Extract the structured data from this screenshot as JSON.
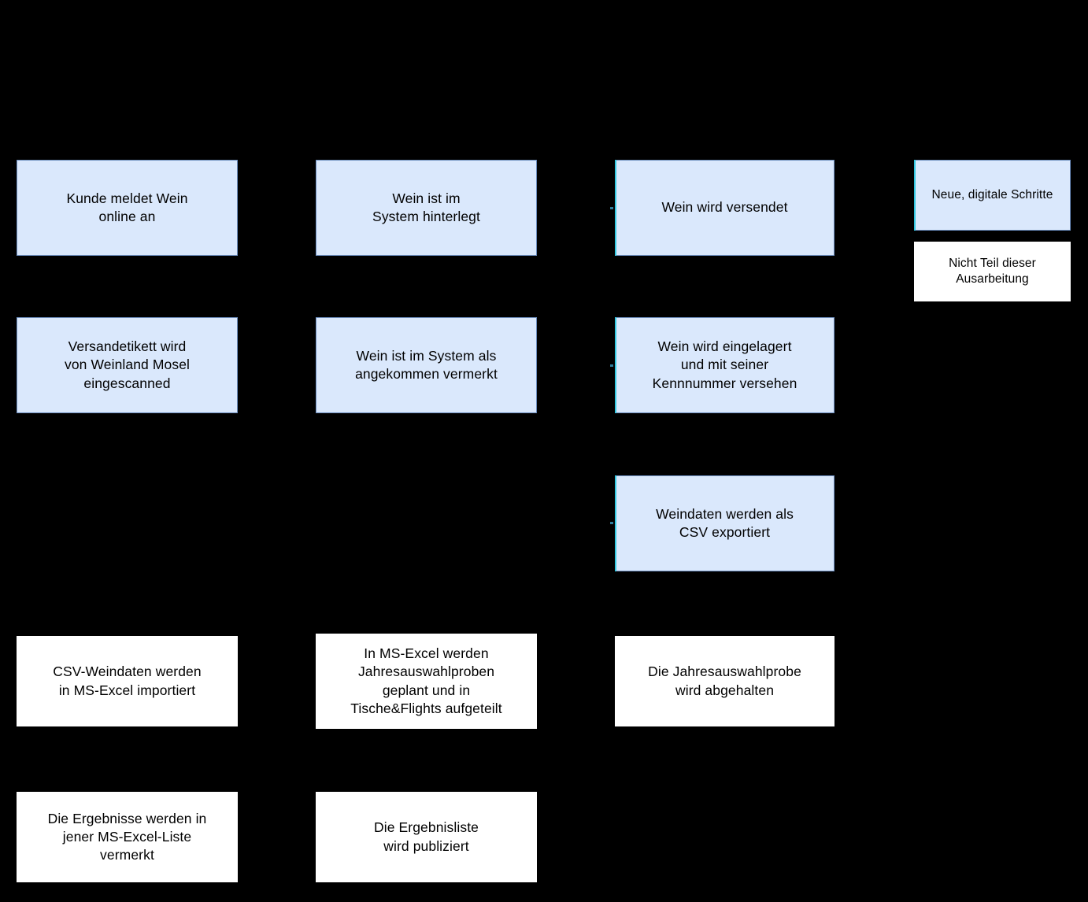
{
  "diagram": {
    "type": "flowchart",
    "background_color": "#000000",
    "text_color": "#000000",
    "styles": {
      "new_digital_step": {
        "fill": "#dae8fc",
        "stroke": "#6c8ebf"
      },
      "not_part_of_work": {
        "fill": "#ffffff",
        "stroke": "none"
      },
      "accent": "#32c8e0"
    },
    "legend": {
      "items": [
        {
          "label": "Neue, digitale Schritte",
          "style": "new_digital_step"
        },
        {
          "label": "Nicht Teil dieser\nAusarbeitung",
          "style": "not_part_of_work"
        }
      ]
    },
    "columns": [
      {
        "index": 1,
        "nodes": [
          {
            "id": "c1r1",
            "label": "Kunde meldet Wein\nonline an",
            "style": "new_digital_step"
          },
          {
            "id": "c1r2",
            "label": "Versandetikett wird\nvon Weinland Mosel\neingescanned",
            "style": "new_digital_step"
          },
          {
            "id": "c1r4",
            "label": "CSV-Weindaten werden\nin MS-Excel importiert",
            "style": "not_part_of_work"
          },
          {
            "id": "c1r5",
            "label": "Die Ergebnisse werden in\njener MS-Excel-Liste\nvermerkt",
            "style": "not_part_of_work"
          }
        ]
      },
      {
        "index": 2,
        "nodes": [
          {
            "id": "c2r1",
            "label": "Wein ist im\nSystem hinterlegt",
            "style": "new_digital_step"
          },
          {
            "id": "c2r2",
            "label": "Wein ist im System als\nangekommen vermerkt",
            "style": "new_digital_step"
          },
          {
            "id": "c2r4",
            "label": "In MS-Excel werden\nJahresauswahlproben\ngeplant und in\nTische&Flights aufgeteilt",
            "style": "not_part_of_work"
          },
          {
            "id": "c2r5",
            "label": "Die Ergebnisliste\nwird publiziert",
            "style": "not_part_of_work"
          }
        ]
      },
      {
        "index": 3,
        "nodes": [
          {
            "id": "c3r1",
            "label": "Wein wird versendet",
            "style": "new_digital_step"
          },
          {
            "id": "c3r2",
            "label": "Wein wird eingelagert\nund mit seiner\nKennnummer versehen",
            "style": "new_digital_step"
          },
          {
            "id": "c3r3",
            "label": "Weindaten werden als\nCSV exportiert",
            "style": "new_digital_step"
          },
          {
            "id": "c3r4",
            "label": "Die Jahresauswahlprobe\nwird abgehalten",
            "style": "not_part_of_work"
          }
        ]
      }
    ]
  }
}
